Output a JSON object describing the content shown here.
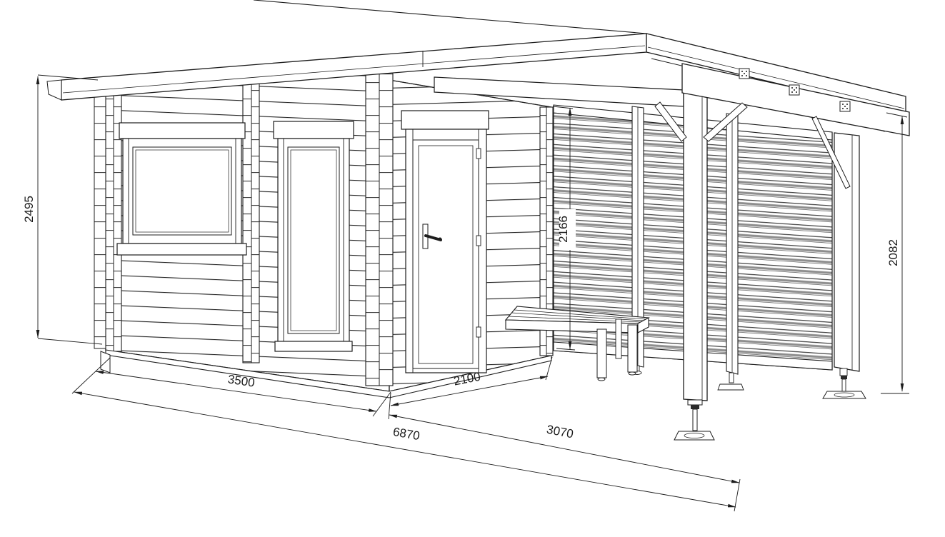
{
  "meta": {
    "background": "#ffffff",
    "ink": "#1d1d1d",
    "drawing_kind": "isometric line drawing of log cabin with side canopy and louver screens"
  },
  "dimensions": {
    "height_left": "2495",
    "width_front": "3500",
    "depth_side": "2100",
    "width_total": "6870",
    "width_canopy": "3070",
    "height_screen": "2166",
    "height_right": "2082"
  }
}
